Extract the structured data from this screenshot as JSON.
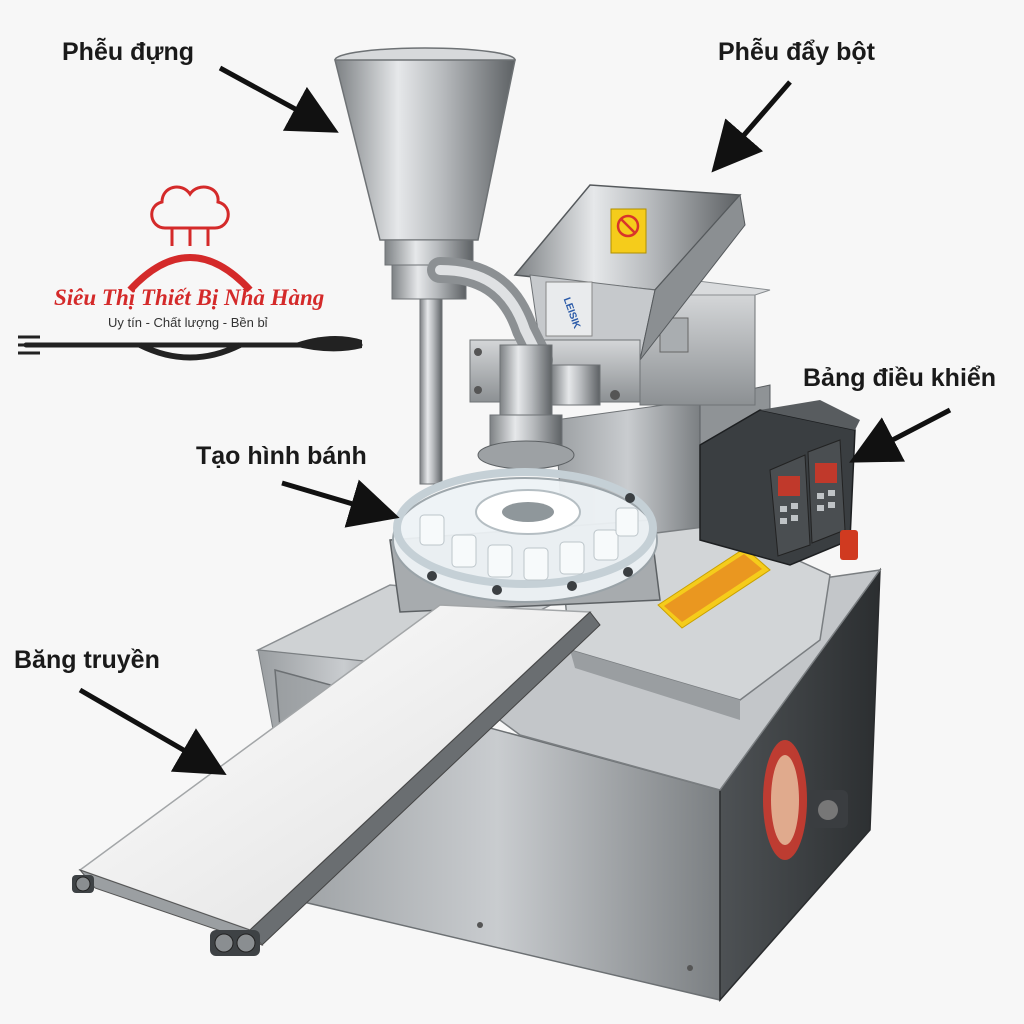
{
  "labels": {
    "feed_hopper": "Phễu đựng",
    "dough_hopper": "Phễu đẩy bột",
    "control_panel": "Bảng điều khiển",
    "forming_unit": "Tạo hình bánh",
    "conveyor": "Băng truyền"
  },
  "logo": {
    "name": "Siêu Thị Thiết Bị Nhà Hàng",
    "slogan": "Uy tín - Chất lượng - Bền bỉ"
  },
  "machine": {
    "nameplate": "LEISIK"
  },
  "colors": {
    "steel": "#b9bcbf",
    "steel_dark": "#6f7376",
    "steel_light": "#e3e5e7",
    "panel_dark": "#2e3134",
    "brand_red": "#d42a2a",
    "warning_yellow": "#f5cc1b",
    "belt": "#f1f1f1"
  }
}
